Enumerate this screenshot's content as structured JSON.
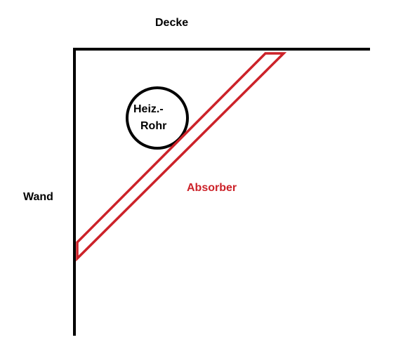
{
  "labels": {
    "ceiling": "Decke",
    "wall": "Wand",
    "absorber": "Absorber",
    "pipe_line1": "Heiz.-",
    "pipe_line2": "Rohr"
  },
  "colors": {
    "structure": "#000000",
    "absorber": "#cc2229",
    "background": "#ffffff"
  }
}
